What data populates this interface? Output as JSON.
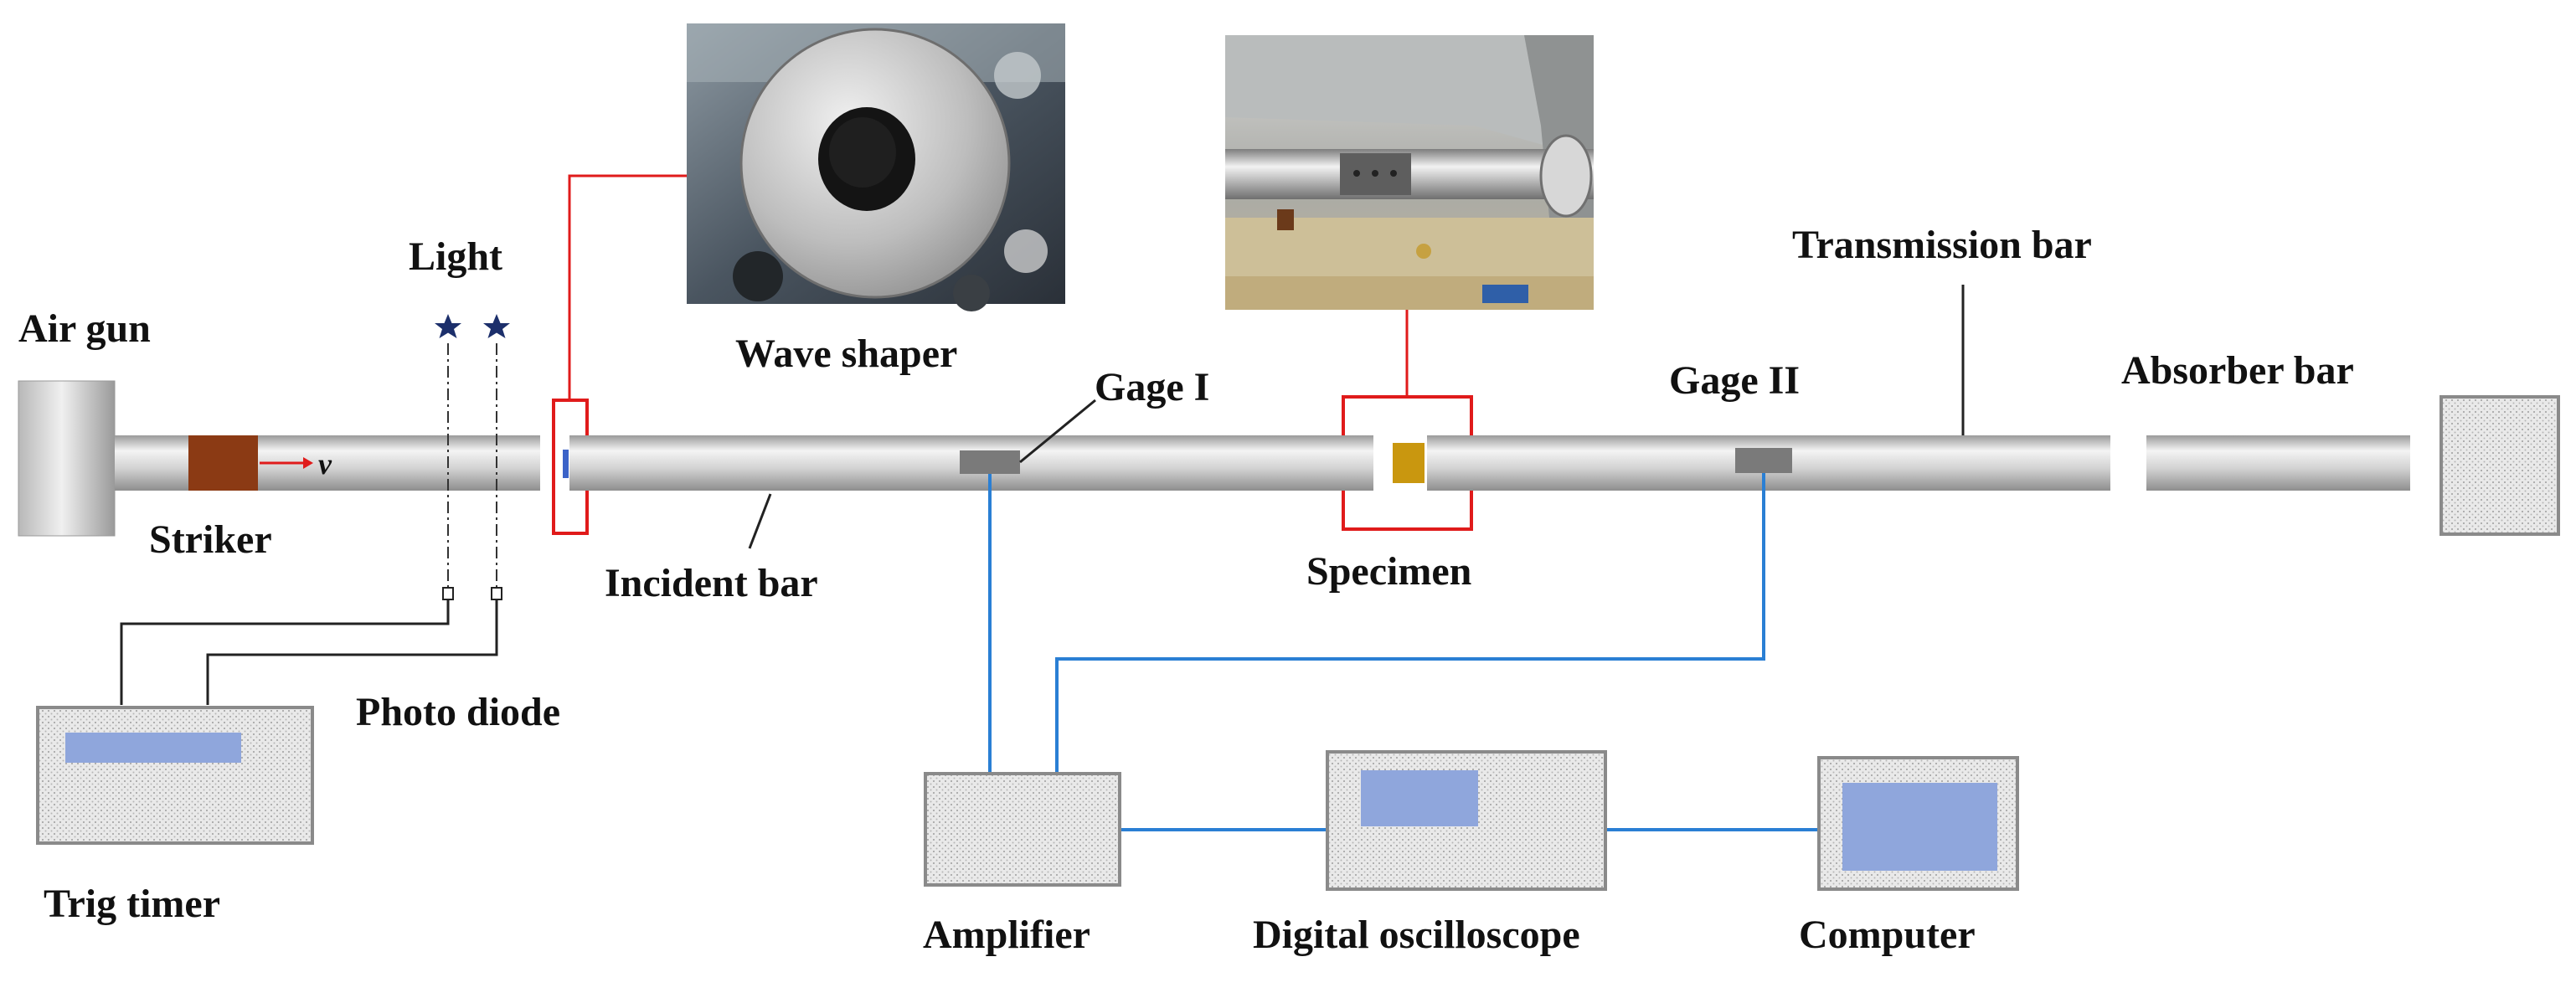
{
  "labels": {
    "air_gun": "Air gun",
    "light": "Light",
    "striker": "Striker",
    "velocity": "v",
    "wave_shaper": "Wave shaper",
    "gage_1": "Gage I",
    "gage_2": "Gage II",
    "transmission_bar": "Transmission bar",
    "absorber_bar": "Absorber bar",
    "incident_bar": "Incident bar",
    "specimen": "Specimen",
    "photo_diode": "Photo diode",
    "trig_timer": "Trig timer",
    "amplifier": "Amplifier",
    "digital_oscilloscope": "Digital oscilloscope",
    "computer": "Computer"
  },
  "colors": {
    "highlight_frame": "#e01b1b",
    "signal_wire": "#2a7fd4",
    "trigger_wire": "#222222",
    "screen": "#8fa6dc",
    "striker": "#8b3a14",
    "specimen": "#c9970f",
    "bar": "#c8c8c8",
    "gage": "#7a7a7a",
    "light_star": "#1c2f6b"
  },
  "icons": {
    "light_sources": "star-icon",
    "photo_diodes": "photodiode-icon",
    "wave_shaper_photo": "photo-icon",
    "specimen_photo": "photo-icon"
  }
}
